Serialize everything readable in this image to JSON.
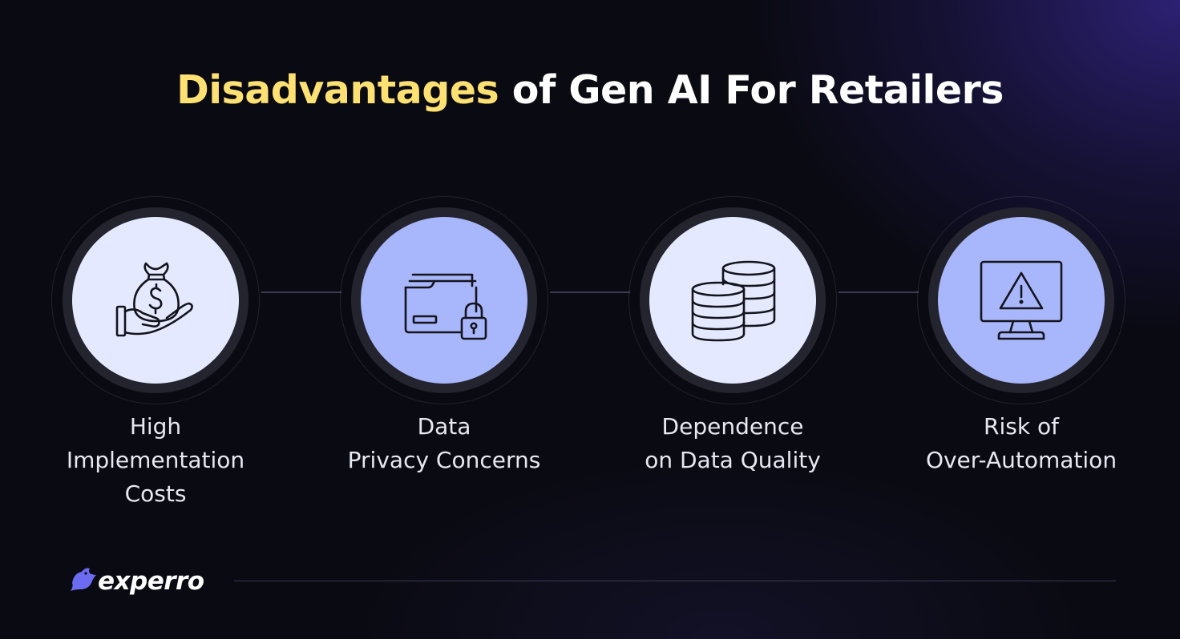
{
  "title": {
    "highlight": "Disadvantages",
    "rest": " of Gen AI For Retailers"
  },
  "items": [
    {
      "icon": "money-bag-hand-icon",
      "lines": [
        "High",
        "Implementation",
        "Costs"
      ]
    },
    {
      "icon": "locked-folder-icon",
      "lines": [
        "Data",
        "Privacy Concerns"
      ]
    },
    {
      "icon": "database-stacks-icon",
      "lines": [
        "Dependence",
        "on Data Quality"
      ]
    },
    {
      "icon": "monitor-warning-icon",
      "lines": [
        "Risk of",
        "Over-Automation"
      ]
    }
  ],
  "brand": {
    "name": "experro"
  },
  "colors": {
    "highlight": "#ffe173",
    "disc_light": "#e4e9ff",
    "disc_blue": "#a8b6fb",
    "brand_accent": "#6c6cf2"
  }
}
